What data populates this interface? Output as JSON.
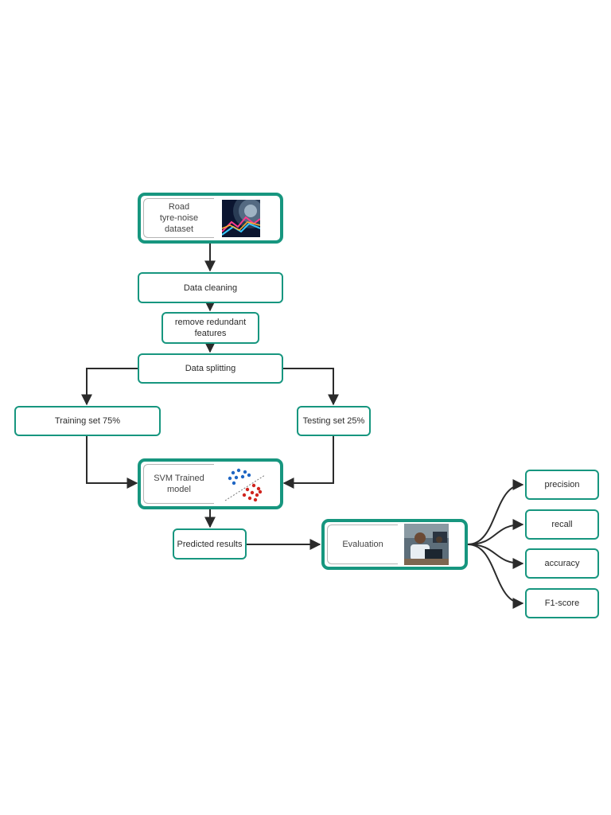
{
  "nodes": {
    "dataset": "Road\ntyre-noise\ndataset",
    "cleaning": "Data cleaning",
    "remove": "remove redundant\nfeatures",
    "splitting": "Data splitting",
    "training": "Training set 75%",
    "testing": "Testing set 25%",
    "svm": "SVM Trained\nmodel",
    "predicted": "Predicted results",
    "evaluation": "Evaluation",
    "precision": "precision",
    "recall": "recall",
    "accuracy": "accuracy",
    "f1": "F1-score"
  },
  "colors": {
    "accent": "#17967f",
    "arrow": "#2b2b2b",
    "blue_points": "#1f66c4",
    "red_points": "#d0251f"
  },
  "icons": {
    "dataset": "tyre-noise-image",
    "svm": "svm-scatter-icon",
    "evaluation": "people-at-computer-photo"
  }
}
